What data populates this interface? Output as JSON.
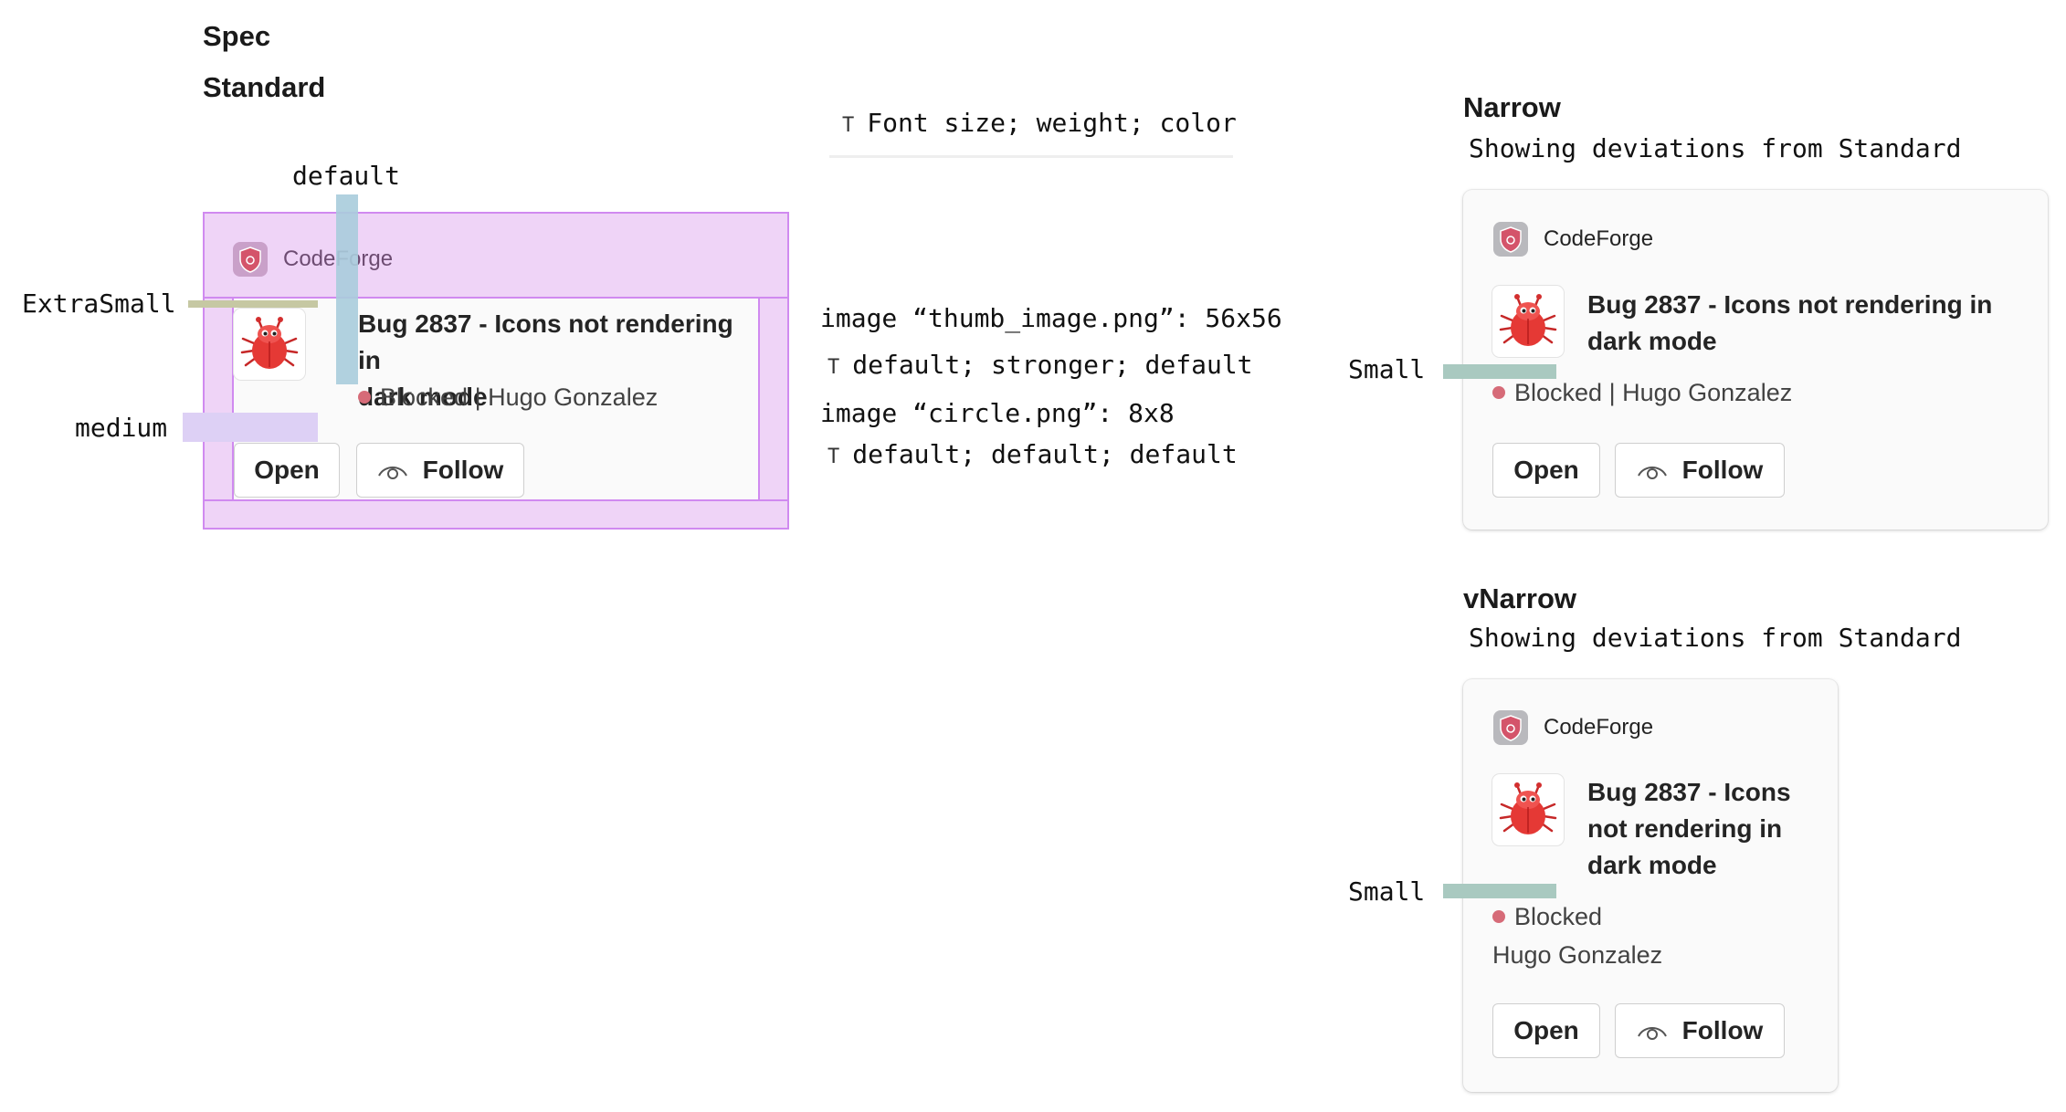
{
  "spec": {
    "title": "Spec",
    "subtitle": "Standard"
  },
  "legend": {
    "glyph": "T",
    "text": "Font size; weight; color"
  },
  "annotations": {
    "default": "default",
    "extrasmall": "ExtraSmall",
    "medium": "medium",
    "small_narrow": "Small",
    "small_vnarrow": "Small"
  },
  "specs": [
    {
      "label": "image “thumb_image.png”: 56x56",
      "glyph": "T",
      "font": "default; stronger; default"
    },
    {
      "label": "image “circle.png”: 8x8",
      "glyph": "T",
      "font": "default; default; default"
    }
  ],
  "card": {
    "app_name": "CodeForge",
    "title_full": "Bug 2837 - Icons not rendering in dark mode",
    "title_line1": "Bug 2837 - Icons not rendering in",
    "title_line2": "dark mode",
    "status": "Blocked",
    "separator": " | ",
    "assignee": "Hugo Gonzalez",
    "meta_combined": "Blocked | Hugo Gonzalez",
    "open_label": "Open",
    "follow_label": "Follow",
    "app_icon": "shield-icon",
    "thumb_icon": "bug-icon",
    "follow_icon": "eye-icon",
    "status_color": "#d66b78"
  },
  "narrow": {
    "title": "Narrow",
    "subtitle": "Showing deviations from Standard"
  },
  "vnarrow": {
    "title": "vNarrow",
    "subtitle": "Showing deviations from Standard",
    "title_line1": "Bug 2837 - Icons",
    "title_line2": "not rendering in",
    "title_line3": "dark mode"
  },
  "colors": {
    "overlay": "#efd4f7",
    "overlay_border": "#d08af0",
    "default_bar": "#a9ccdb",
    "extrasmall_bar": "#c6c8a3",
    "medium_bar": "#ddd0f5",
    "small_bar": "#a9c9c0"
  }
}
